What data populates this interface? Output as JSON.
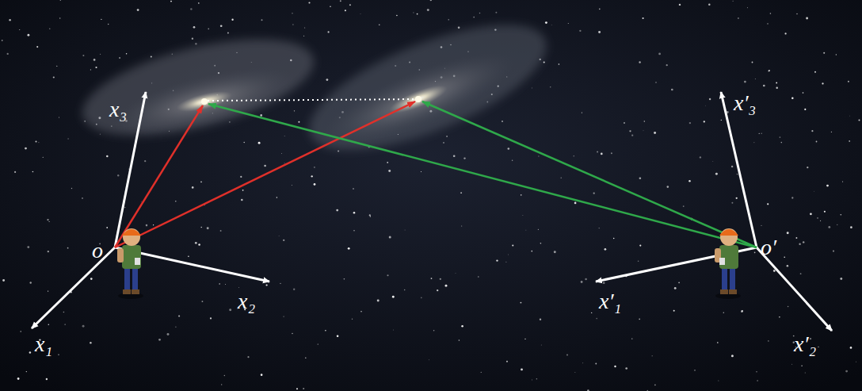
{
  "diagram": {
    "labels": [
      "x₃",
      "o",
      "x₂",
      "x₁",
      "x′₃",
      "o′",
      "x′₁",
      "x′₂"
    ]
  }
}
